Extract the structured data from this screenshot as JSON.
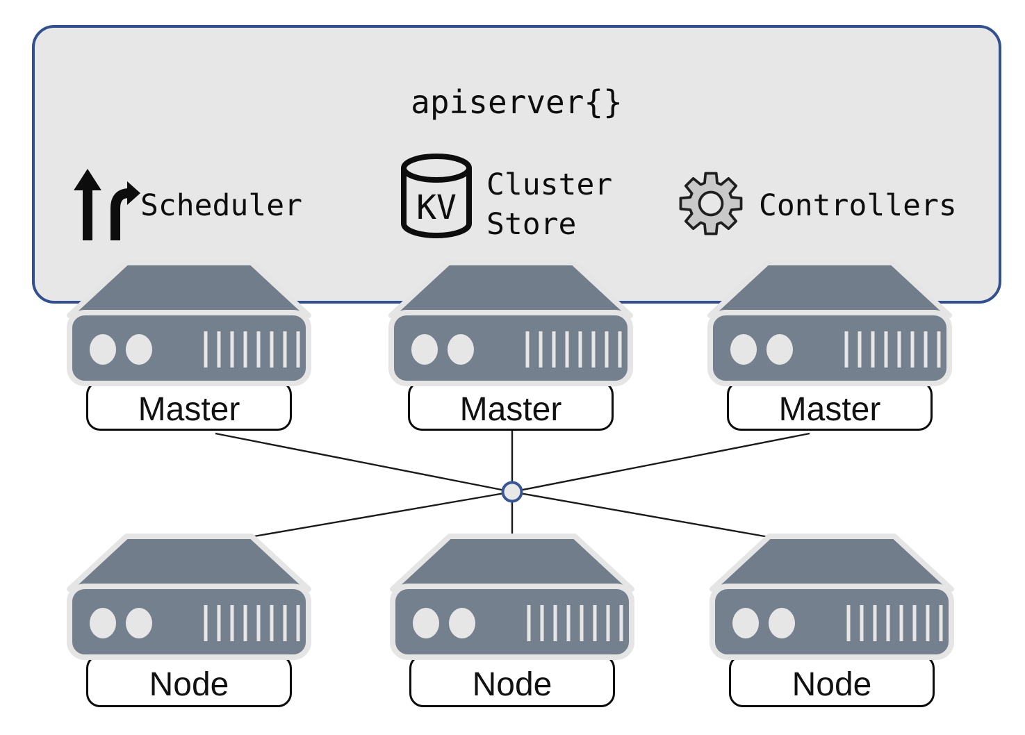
{
  "apiserver": {
    "title": "apiserver{}",
    "scheduler": {
      "label": "Scheduler",
      "icon": "fork-arrows-icon"
    },
    "cluster_store": {
      "label": "Cluster Store",
      "kv": "KV",
      "icon": "kv-database-icon"
    },
    "controllers": {
      "label": "Controllers",
      "icon": "gear-icon"
    }
  },
  "masters": [
    {
      "label": "Master"
    },
    {
      "label": "Master"
    },
    {
      "label": "Master"
    }
  ],
  "nodes": [
    {
      "label": "Node"
    },
    {
      "label": "Node"
    },
    {
      "label": "Node"
    }
  ],
  "colors": {
    "box_fill": "#e7e7e7",
    "box_border": "#31508d",
    "server_fill": "#75808f",
    "server_trapezoid": "#727d8c",
    "server_accent": "#e6e6e6",
    "label_border": "#0b0b0b",
    "wire": "#1a1a1a",
    "hub_fill": "#e8e8e8",
    "hub_border": "#3a5694",
    "gear_fill": "#c9c9c9",
    "text": "#0d0d0d"
  }
}
